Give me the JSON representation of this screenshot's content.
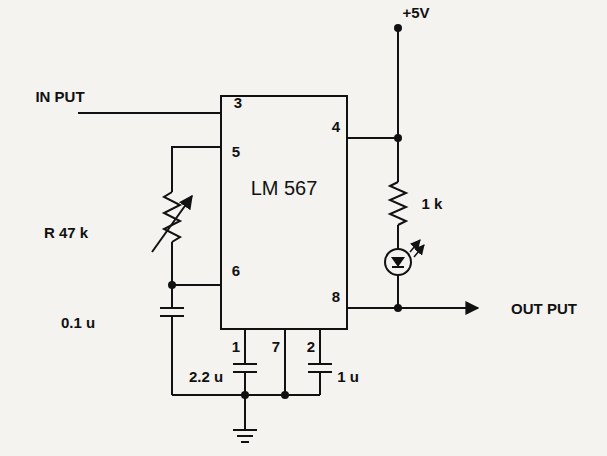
{
  "diagram": {
    "nodes": [
      {
        "text": [
          "LM 567"
        ]
      }
    ],
    "labels": [
      "IN PUT",
      "3",
      "5",
      "R 47 k",
      "6",
      "0.1 u",
      "+5V",
      "4",
      "1 k",
      "8",
      "OUT PUT",
      "1",
      "7",
      "2",
      "2.2 u",
      "1 u"
    ]
  }
}
